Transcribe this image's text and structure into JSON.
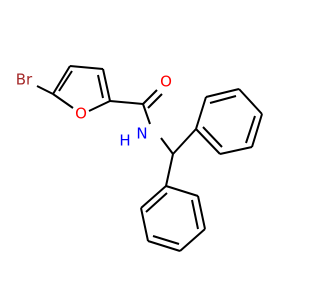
{
  "molecule": {
    "atoms": {
      "bromine": {
        "symbol": "Br",
        "color": "#a52a2a"
      },
      "furan_oxygen": {
        "symbol": "O",
        "color": "#ff0000"
      },
      "carbonyl_oxygen": {
        "symbol": "O",
        "color": "#ff0000"
      },
      "amide_nitrogen": {
        "symbol": "N",
        "color": "#0000ff"
      },
      "amide_hydrogen": {
        "symbol": "H",
        "color": "#0000ff"
      }
    },
    "bond_color": "#000000"
  }
}
